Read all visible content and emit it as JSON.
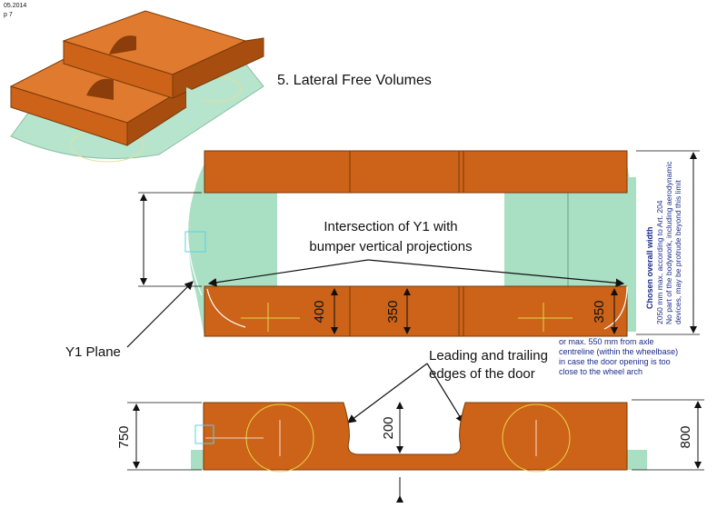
{
  "header": {
    "date": "05.2014",
    "page": "p 7"
  },
  "title": "5. Lateral Free Volumes",
  "top_view": {
    "callout": [
      "Intersection of Y1 with",
      "bumper vertical projections"
    ],
    "dims": [
      "400",
      "350",
      "350"
    ],
    "right_note": {
      "title": "Chosen overall width",
      "lines": [
        "2050 mm max. according to Art. 204",
        "No part of the bodywork, including aerodynamic",
        "devices, may be protrude beyond this limit"
      ]
    }
  },
  "labels": {
    "y1_plane": "Y1 Plane",
    "door_edges": [
      "Leading and trailing",
      "edges of the door"
    ],
    "door_note": [
      "or max. 550 mm from axle",
      "centreline (within the wheelbase)",
      "in case the door opening is too",
      "close to the wheel arch"
    ]
  },
  "side_view": {
    "dims": [
      "750",
      "200",
      "800"
    ]
  },
  "colors": {
    "volume": "#cc6318",
    "volume_edge": "#7a3a08",
    "zone": "#a9dfc3",
    "accent": "#e8d44a"
  }
}
